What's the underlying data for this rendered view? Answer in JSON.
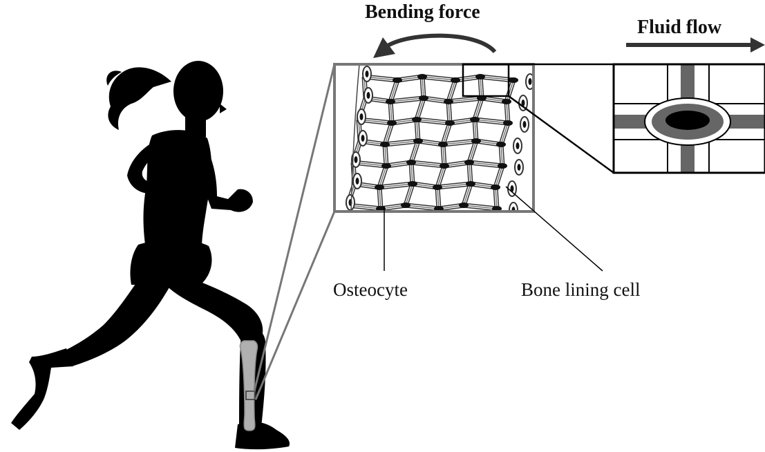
{
  "labels": {
    "bending_force": "Bending force",
    "fluid_flow": "Fluid flow",
    "osteocyte": "Osteocyte",
    "bone_lining_cell": "Bone lining cell"
  },
  "colors": {
    "silhouette": "#000000",
    "bone": "#a8a8a8",
    "frame": "#777777",
    "canal": "#666666",
    "cell_body": "#000000",
    "arrow": "#333333"
  }
}
